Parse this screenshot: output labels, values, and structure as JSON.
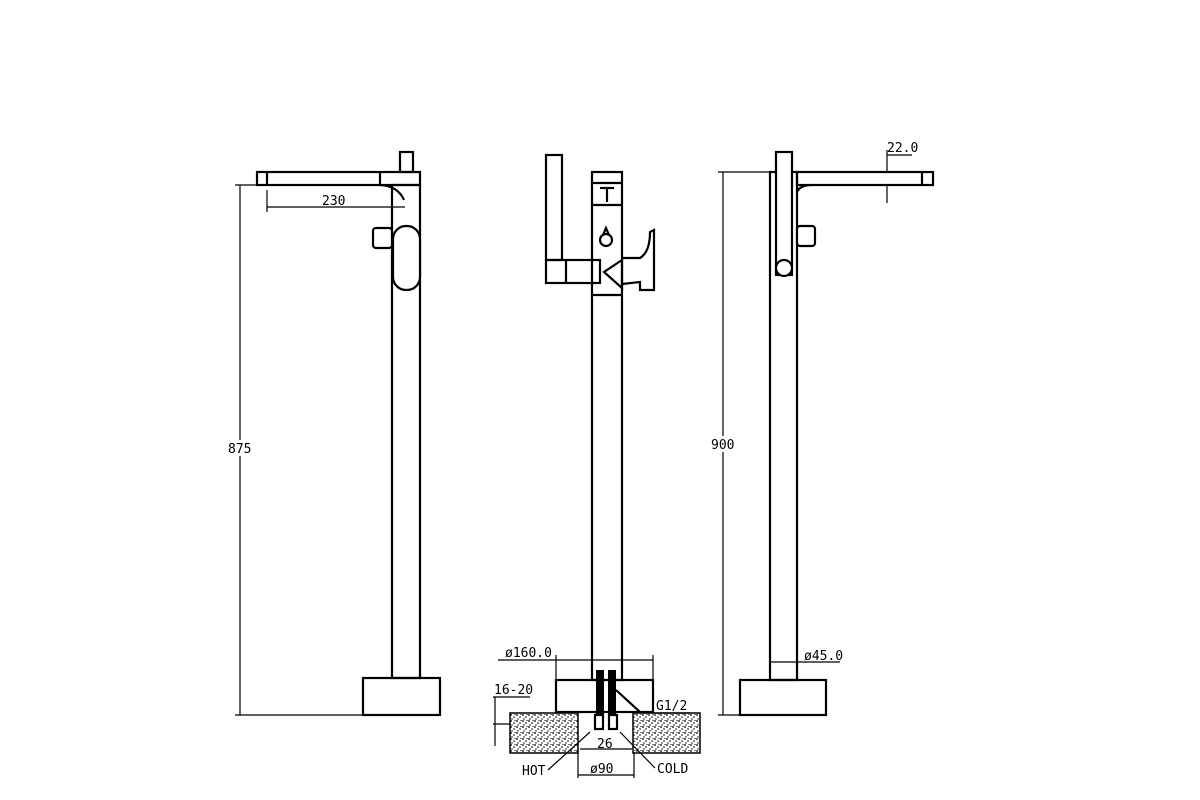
{
  "drawing": {
    "views": [
      "side-view-left",
      "front-view",
      "side-view-right"
    ],
    "left_view": {
      "spout_length": "230",
      "height": "875"
    },
    "front_view": {
      "escutcheon_diameter": "ø160.0",
      "floor_depth": "16-20",
      "thread": "G1/2",
      "pipe_spacing": "26",
      "base_diameter": "ø90",
      "hot_label": "HOT",
      "cold_label": "COLD"
    },
    "right_view": {
      "spout_thickness": "22.0",
      "height": "900",
      "column_diameter": "ø45.0"
    },
    "colors": {
      "line": "#000000",
      "background": "#ffffff"
    }
  }
}
